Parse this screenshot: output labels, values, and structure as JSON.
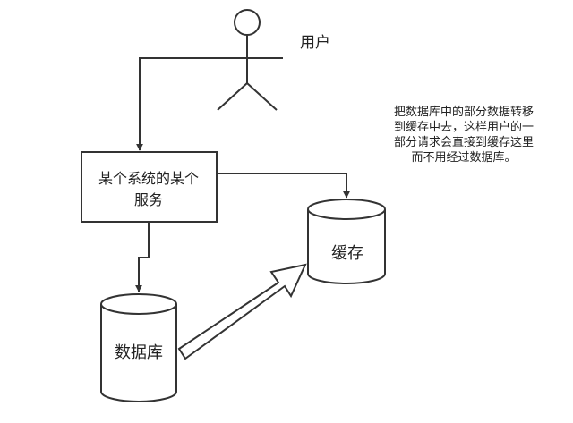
{
  "actor": {
    "label": "用户"
  },
  "service": {
    "line1": "某个系统的某个",
    "line2": "服务"
  },
  "cache": {
    "label": "缓存"
  },
  "database": {
    "label": "数据库"
  },
  "note": {
    "lines": [
      "把数据库中的部分数据转移",
      "到缓存中去，这样用户的一",
      "部分请求会直接到缓存这里",
      "而不用经过数据库。"
    ]
  },
  "colors": {
    "stroke": "#333333",
    "fill": "#ffffff",
    "text": "#222222"
  }
}
